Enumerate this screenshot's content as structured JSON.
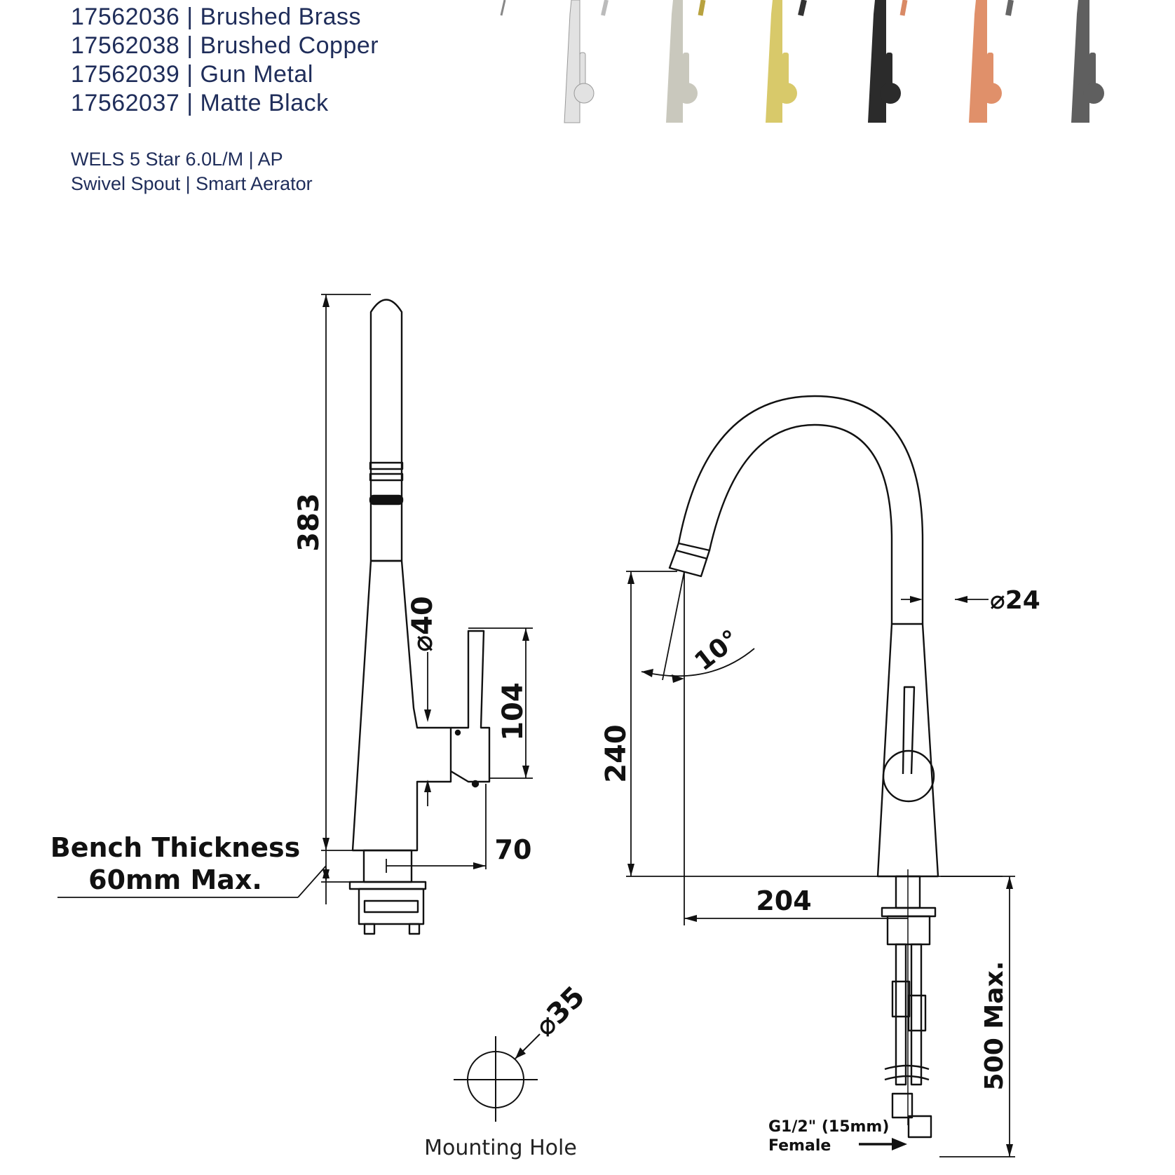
{
  "header": {
    "finishes": [
      {
        "code": "17562036",
        "name": "Brushed Brass"
      },
      {
        "code": "17562038",
        "name": "Brushed Copper"
      },
      {
        "code": "17562039",
        "name": "Gun Metal"
      },
      {
        "code": "17562037",
        "name": "Matte Black"
      }
    ],
    "features": [
      "WELS 5 Star 6.0L/M | AP",
      "Swivel Spout | Smart Aerator"
    ]
  },
  "swatches": [
    {
      "name": "chrome",
      "color": "#e2e2e2"
    },
    {
      "name": "brushed-nickel",
      "color": "#c9c8bd"
    },
    {
      "name": "brushed-brass",
      "color": "#d8c96a"
    },
    {
      "name": "matte-black",
      "color": "#2b2b2b"
    },
    {
      "name": "brushed-copper",
      "color": "#e0906a"
    },
    {
      "name": "gun-metal",
      "color": "#5f5f5f"
    }
  ],
  "drawing": {
    "side_view": {
      "height": "383",
      "handle_dia": "40",
      "handle_height": "104",
      "reach": "70"
    },
    "front_view": {
      "spout_height": "240",
      "spout_dia": "24",
      "angle": "10°",
      "spout_reach": "204",
      "hose_length": "500 Max."
    },
    "bench_note": {
      "line1": "Bench Thickness",
      "line2": "60mm Max."
    },
    "mounting": {
      "dia": "35",
      "label": "Mounting Hole"
    },
    "connection": {
      "line1": "G1/2\" (15mm)",
      "line2": "Female"
    }
  }
}
